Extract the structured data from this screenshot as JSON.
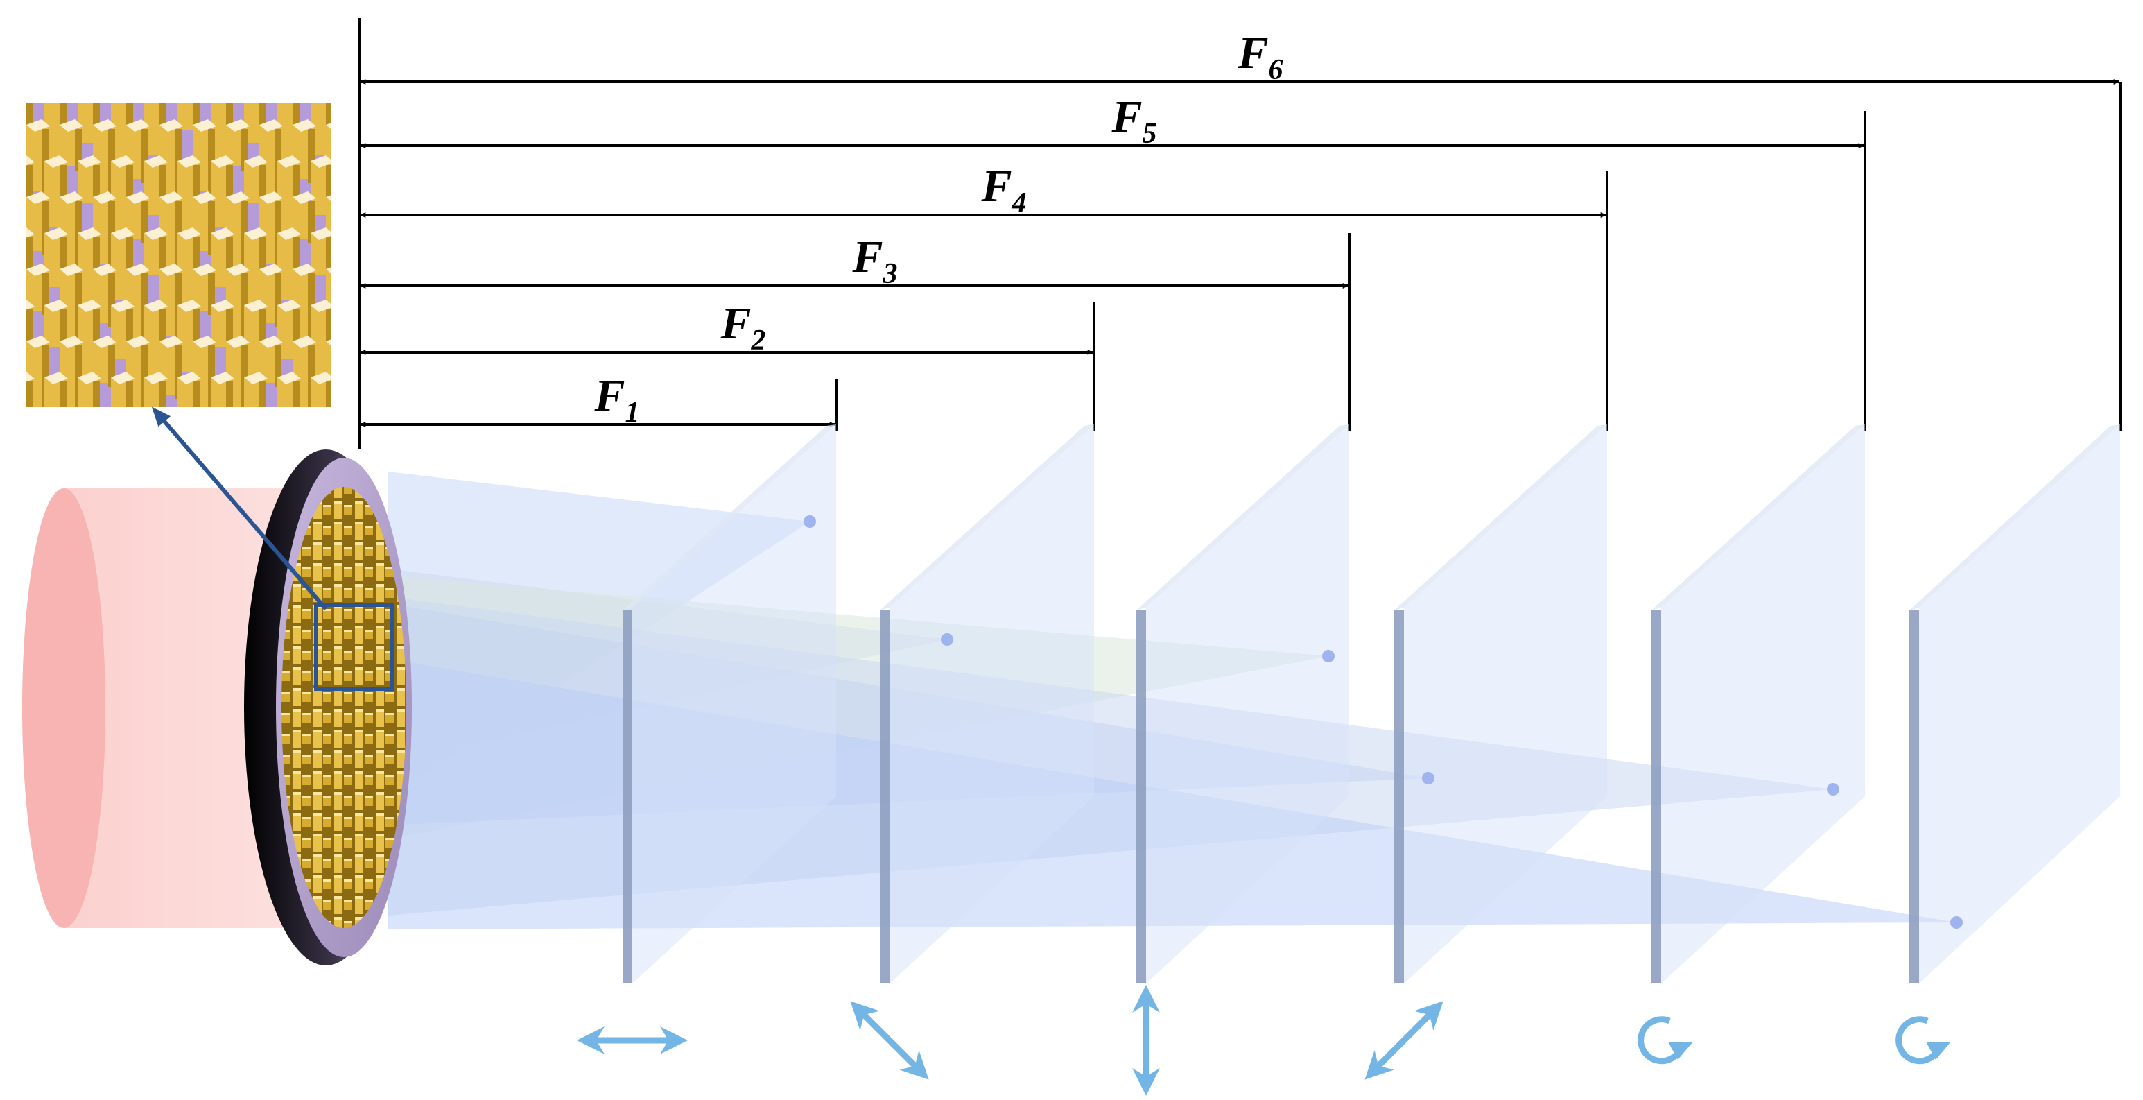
{
  "focal_lengths": [
    {
      "main": "F",
      "sub": "1"
    },
    {
      "main": "F",
      "sub": "2"
    },
    {
      "main": "F",
      "sub": "3"
    },
    {
      "main": "F",
      "sub": "4"
    },
    {
      "main": "F",
      "sub": "5"
    },
    {
      "main": "F",
      "sub": "6"
    }
  ],
  "planes": [
    {
      "polarization": "horizontal-linear-arrow-icon"
    },
    {
      "polarization": "diagonal-minus45-linear-arrow-icon"
    },
    {
      "polarization": "vertical-linear-arrow-icon"
    },
    {
      "polarization": "diagonal-plus45-linear-arrow-icon"
    },
    {
      "polarization": "circular-arrow-icon"
    },
    {
      "polarization": "circular-arrow-icon"
    }
  ],
  "colors": {
    "beam": "#f7b4b2",
    "metasurface_pillar": "#e7c14f",
    "metasurface_disk_edge": "#1c1826",
    "inset_frame": "#2b5592",
    "plane_fill": "#d5e2fa",
    "plane_edge": "#8e9fc0",
    "focus_cone": "#b9ccf5",
    "focal_dot": "#9fb4ee",
    "polarization_arrow": "#73b6e5",
    "dimension_line": "#000000"
  }
}
